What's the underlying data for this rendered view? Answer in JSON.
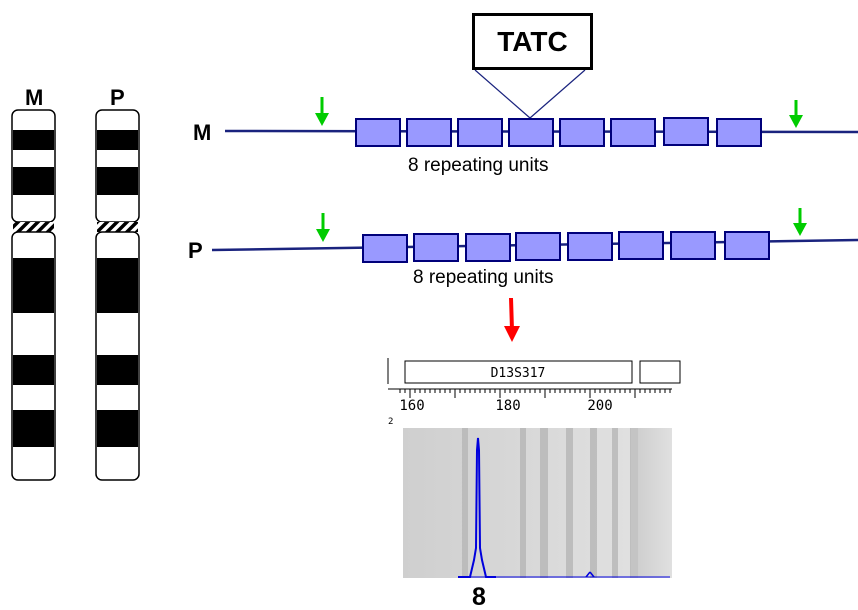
{
  "chromosomes": {
    "maternal_label": "M",
    "paternal_label": "P"
  },
  "alleles": {
    "motif": "TATC",
    "maternal": {
      "label": "M",
      "units_caption": "8 repeating units",
      "unit_count": 8
    },
    "paternal": {
      "label": "P",
      "units_caption": "8 repeating units",
      "unit_count": 8
    }
  },
  "electropherogram": {
    "marker": "D13S317",
    "tick_labels": [
      "160",
      "180",
      "200"
    ],
    "lane_label": "2",
    "result": "8"
  },
  "colors": {
    "strand": "#1a237e",
    "repeat_fill": "#9999ff",
    "repeat_border": "#00007a",
    "primer_arrow": "#00cc00",
    "result_arrow": "#ff0000",
    "peak": "#0000dd"
  }
}
